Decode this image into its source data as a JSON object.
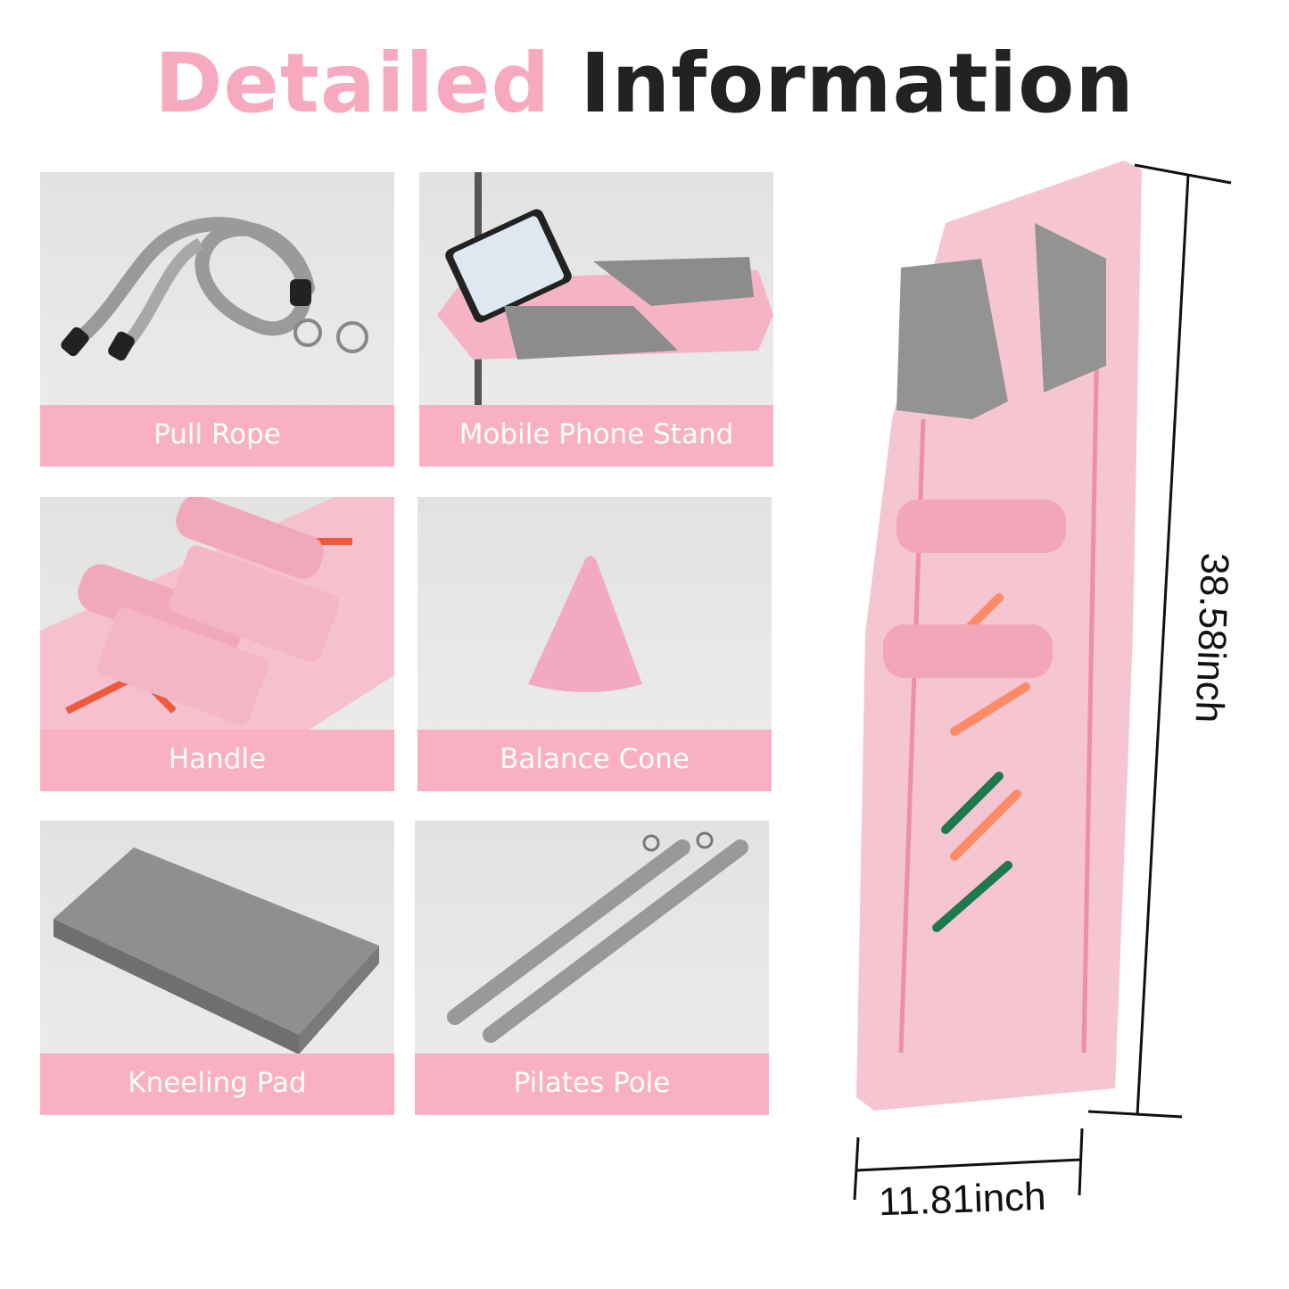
{
  "title": {
    "highlight": "Detailed",
    "rest": "Information",
    "highlight_color": "#f7a9c0",
    "rest_color": "#222222"
  },
  "accessories": [
    {
      "label": "Pull Rope",
      "icon": "pull-rope"
    },
    {
      "label": "Mobile Phone Stand",
      "icon": "phone-stand"
    },
    {
      "label": "Handle",
      "icon": "handle"
    },
    {
      "label": "Balance Cone",
      "icon": "cone"
    },
    {
      "label": "Kneeling Pad",
      "icon": "kneeling-pad"
    },
    {
      "label": "Pilates Pole",
      "icon": "pilates-pole"
    }
  ],
  "label_color": "#f9b0c3",
  "dimensions": {
    "length": "38.58inch",
    "width": "11.81inch"
  }
}
